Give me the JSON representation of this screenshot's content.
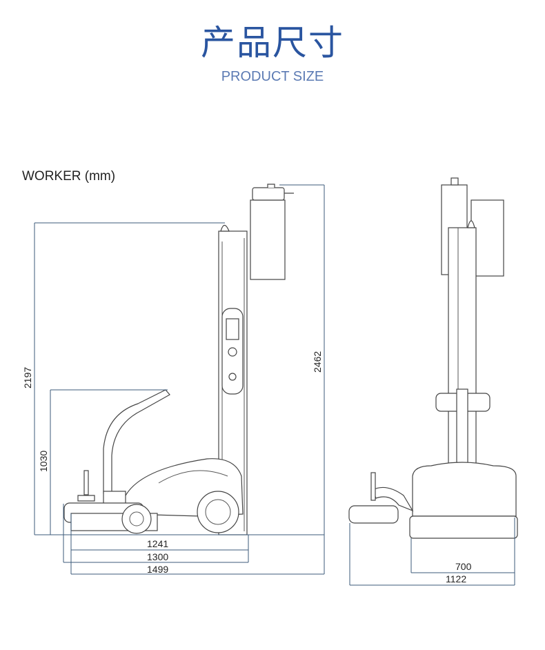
{
  "header": {
    "title": "产品尺寸",
    "subtitle": "PRODUCT SIZE"
  },
  "model_label": "WORKER (mm)",
  "side_view": {
    "height_mast": "2197",
    "height_handle": "1030",
    "height_total": "2462",
    "len_1": "1241",
    "len_2": "1300",
    "len_3": "1499"
  },
  "front_view": {
    "width_base": "700",
    "width_total": "1122"
  }
}
